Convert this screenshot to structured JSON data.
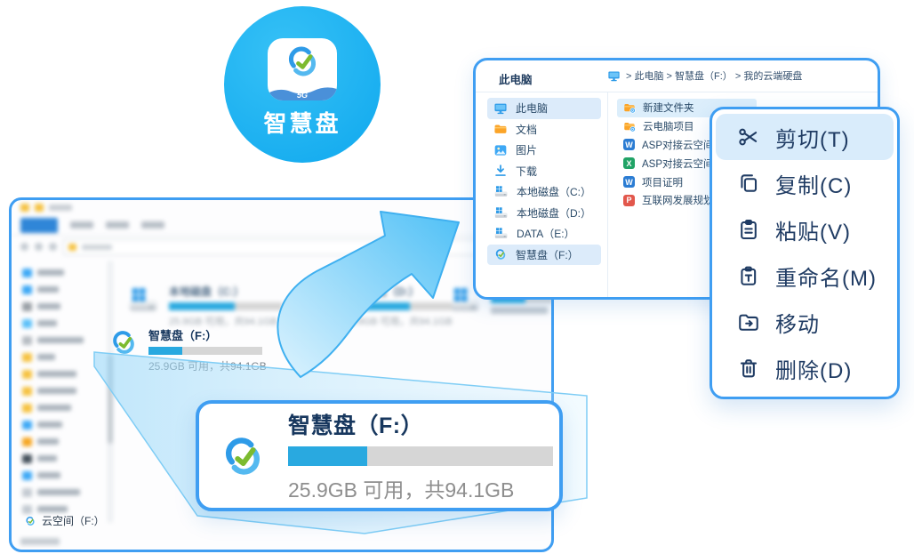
{
  "badge": {
    "app_name": "智慧盘",
    "network_label": "5G"
  },
  "background_window": {
    "drives_blurred": [
      {
        "name": "本地磁盘（C:）",
        "usage": "25.9GB 可用，共94.1GB",
        "percent": 58
      },
      {
        "name": "本地磁盘（D:）",
        "usage": "25.9GB 可用，共94.1GB",
        "percent": 58
      }
    ],
    "smart_drive": {
      "name": "智慧盘（F:）",
      "usage": "25.9GB 可用，共94.1GB",
      "percent": 30
    },
    "sidebar_cloud_item": "云空间（F:）"
  },
  "panel": {
    "header": "此电脑",
    "breadcrumb": "> 此电脑 > 智慧盘（F:） > 我的云端硬盘",
    "sidebar": [
      {
        "label": "此电脑",
        "icon": "monitor-icon",
        "selected": true
      },
      {
        "label": "文档",
        "icon": "folder-icon"
      },
      {
        "label": "图片",
        "icon": "picture-icon"
      },
      {
        "label": "下载",
        "icon": "download-icon"
      },
      {
        "label": "本地磁盘（C:）",
        "icon": "disk-icon"
      },
      {
        "label": "本地磁盘（D:）",
        "icon": "disk-icon"
      },
      {
        "label": "DATA（E:）",
        "icon": "disk-icon"
      },
      {
        "label": "智慧盘（F:）",
        "icon": "cloud-drive-icon",
        "selected": true
      }
    ],
    "files": [
      {
        "label": "新建文件夹",
        "icon": "folder-sync-icon",
        "selected": true
      },
      {
        "label": "云电脑项目",
        "icon": "folder-sync-icon"
      },
      {
        "label": "ASP对接云空间标杆项",
        "icon": "word-doc-icon",
        "badge": "W"
      },
      {
        "label": "ASP对接云空间项目",
        "icon": "excel-doc-icon",
        "badge": "X"
      },
      {
        "label": "项目证明",
        "icon": "word-doc-icon",
        "badge": "W"
      },
      {
        "label": "互联网发展规划",
        "icon": "pdf-doc-icon",
        "badge": "P"
      }
    ]
  },
  "context_menu": {
    "items": [
      {
        "label": "剪切(T)",
        "icon": "scissors-icon",
        "highlighted": true
      },
      {
        "label": "复制(C)",
        "icon": "copy-icon"
      },
      {
        "label": "粘贴(V)",
        "icon": "paste-icon"
      },
      {
        "label": "重命名(M)",
        "icon": "rename-icon"
      },
      {
        "label": "移动",
        "icon": "move-folder-icon"
      },
      {
        "label": "删除(D)",
        "icon": "trash-icon"
      }
    ]
  },
  "callout": {
    "title": "智慧盘（F:）",
    "usage": "25.9GB 可用，共94.1GB",
    "percent": 30
  },
  "colors": {
    "accent_blue": "#3F9EF2",
    "badge_cyan": "#1CB2F2",
    "navy_text": "#1F3B63",
    "highlight_blue": "#D9ECFB",
    "progress_fill": "#29A9E0",
    "progress_track": "#D6D6D6",
    "folder_orange": "#FBA428",
    "word_blue": "#2B7CD3",
    "excel_green": "#21A366",
    "pdf_red": "#E2574C",
    "gray_text": "#8E8E8E"
  }
}
